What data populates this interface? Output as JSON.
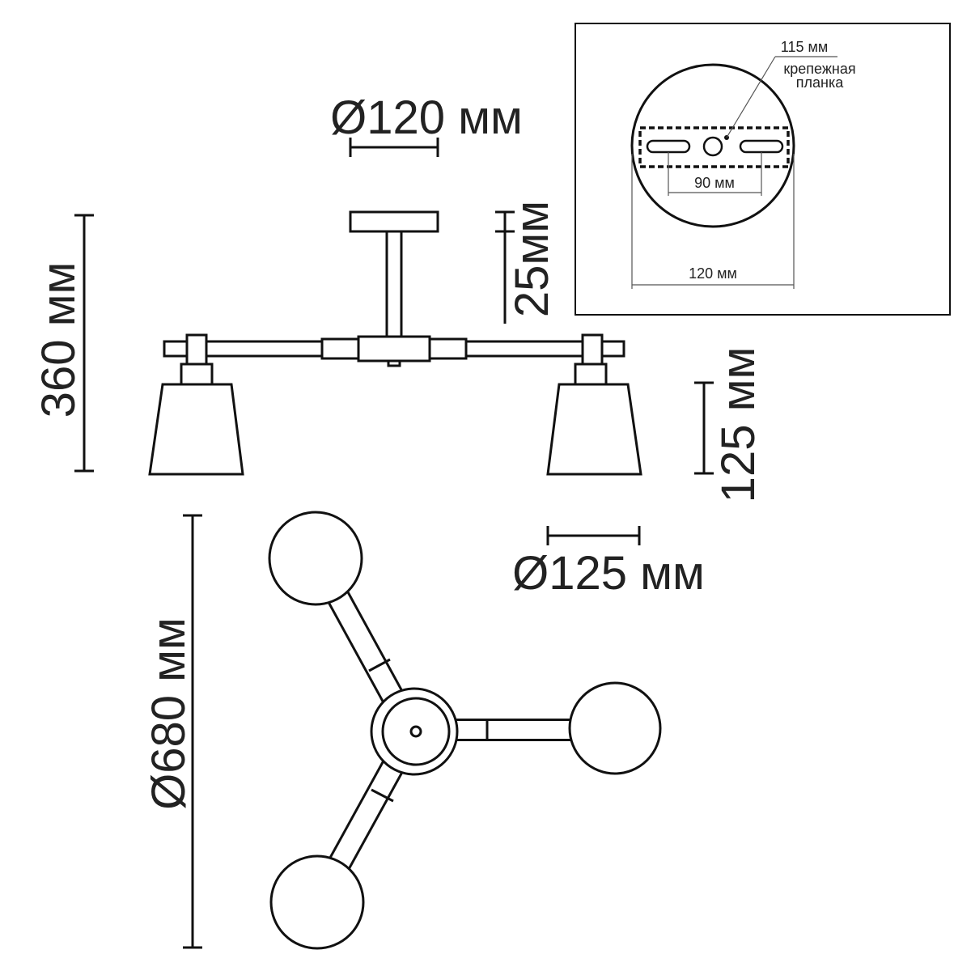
{
  "dimensions": {
    "canopy_diameter": "Ø120 мм",
    "stem_height": "25мм",
    "total_height": "360 мм",
    "shade_height": "125 мм",
    "shade_diameter": "Ø125 мм",
    "total_diameter": "Ø680 мм"
  },
  "inset": {
    "bracket_length": "115 мм",
    "bracket_label_line1": "крепежная",
    "bracket_label_line2": "планка",
    "hole_spacing": "90 мм",
    "plate_diameter": "120 мм"
  },
  "colors": {
    "line": "#111111",
    "background": "#ffffff"
  }
}
